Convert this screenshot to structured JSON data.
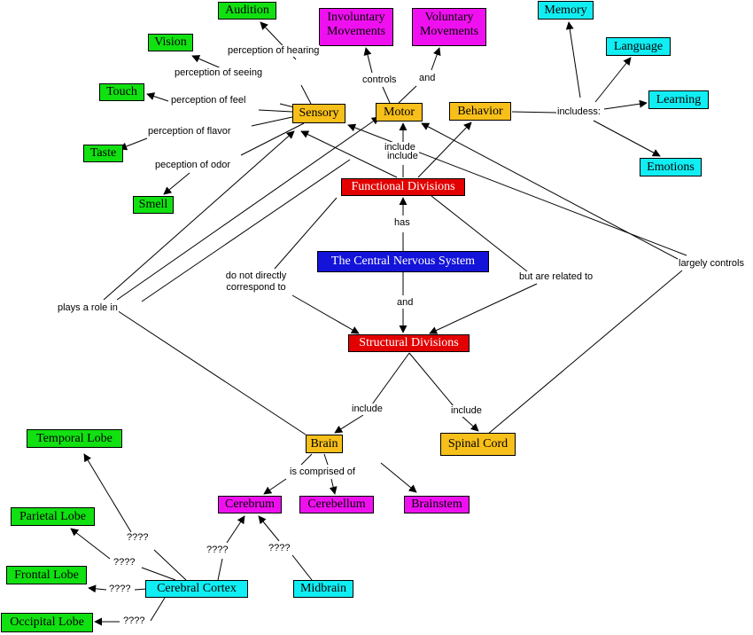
{
  "colors": {
    "orange": "#f7bf1a",
    "green": "#11e011",
    "magenta": "#ef10ef",
    "cyan": "#10eef3",
    "red": "#e20000",
    "blue": "#1313d9"
  },
  "nodes": {
    "cns": "The Central Nervous System",
    "functional": "Functional Divisions",
    "structural": "Structural Divisions",
    "sensory": "Sensory",
    "motor": "Motor",
    "behavior": "Behavior",
    "audition": "Audition",
    "vision": "Vision",
    "touch": "Touch",
    "taste": "Taste",
    "smell": "Smell",
    "involuntary": "Involuntary Movements",
    "voluntary": "Voluntary Movements",
    "memory": "Memory",
    "language": "Language",
    "learning": "Learning",
    "emotions": "Emotions",
    "brain": "Brain",
    "spinal": "Spinal Cord",
    "cerebrum": "Cerebrum",
    "cerebellum": "Cerebellum",
    "brainstem": "Brainstem",
    "temporal": "Temporal Lobe",
    "parietal": "Parietal Lobe",
    "frontal": "Frontal Lobe",
    "occipital": "Occipital Lobe",
    "cortex": "Cerebral Cortex",
    "midbrain": "Midbrain"
  },
  "links": {
    "has": "has",
    "and_main": "and",
    "do_not_correspond": "do not directly correspond to",
    "related_to": "but are related to",
    "include_top1": "include",
    "include_top2": "include",
    "include_brain": "include",
    "include_spinal": "include",
    "hearing": "perception of hearing",
    "seeing": "perception of seeing",
    "feel": "perception of feel",
    "flavor": "perception of flavor",
    "odor": "peception of odor",
    "controls": "controls",
    "and_motor": "and",
    "includes": "includess:",
    "plays_role": "plays a role in",
    "largely_controls": "largely controls",
    "comprised": "is comprised of",
    "q_temporal": "????",
    "q_parietal": "????",
    "q_frontal": "????",
    "q_occipital": "????",
    "q_cortex_cerebrum": "????",
    "q_midbrain_cerebrum": "????"
  }
}
